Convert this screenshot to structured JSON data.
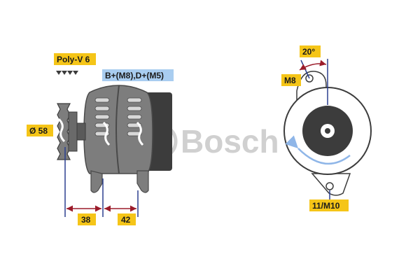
{
  "labels": {
    "belt": "Poly-V 6",
    "terminals": "B+(M8),D+(M5)",
    "pulley_diameter": "Ø 58",
    "dim_left": "38",
    "dim_right": "42",
    "angle": "20°",
    "bolt_top": "M8",
    "bolt_bottom": "11/M10"
  },
  "watermark": "Bosch",
  "colors": {
    "label_yellow": "#f5c518",
    "label_blue": "#a9cdf0",
    "dimension_blue": "#2a3f8f",
    "dimension_red": "#9b1b2a",
    "body_gray": "#7d7d7d",
    "body_dark": "#3c3c3c",
    "watermark_gray": "#d0d0d0"
  }
}
